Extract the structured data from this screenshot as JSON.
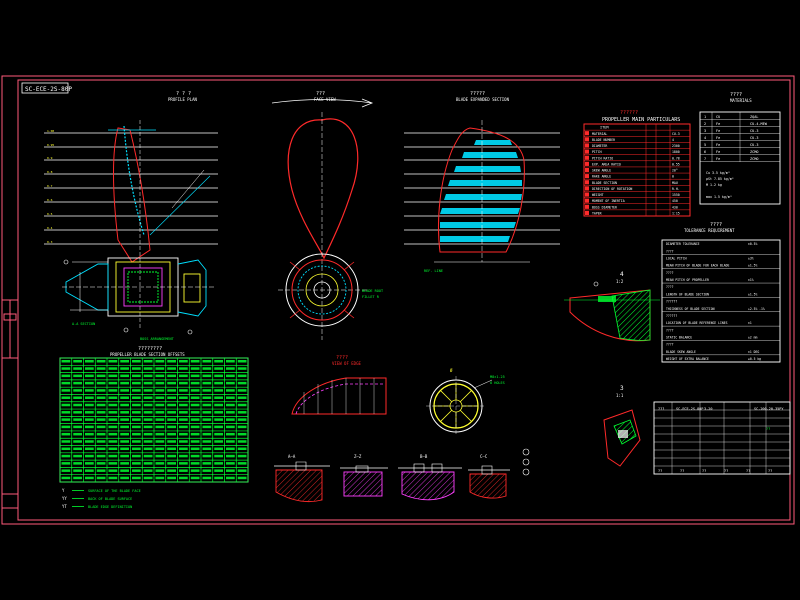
{
  "drawing": {
    "number": "SC-ECE-2S-80P",
    "colors": {
      "background": "#000000",
      "frame": "#ff5a7a",
      "line": "#ffffff",
      "blade": "#ff2a2a",
      "cyan": "#00e0ff",
      "green": "#00ff30",
      "yellow": "#ffff30",
      "magenta": "#ff40ff",
      "blue": "#3a3aff"
    }
  },
  "views": {
    "profile_plan": {
      "title_cn": "? ? ?",
      "title_en": "PROFILE PLAN"
    },
    "face_view": {
      "title_cn": "???",
      "title_en": "FACE VIEW"
    },
    "blade_section": {
      "title_cn": "?????",
      "title_en": "BLADE EXPANDED SECTION"
    },
    "edge_view": {
      "title_cn": "????",
      "title_en": "VIEW OF EDGE"
    },
    "detail_4": {
      "label": "4",
      "scale": "1:2"
    },
    "detail_3": {
      "label": "3",
      "scale": "1:1"
    },
    "sections": [
      "A—A",
      "Z—Z",
      "B—B",
      "C—C"
    ]
  },
  "particulars": {
    "title_cn": "??????",
    "title_en": "PROPELLER MAIN PARTICULARS",
    "header": [
      "ITEM",
      "UNIT",
      "",
      ""
    ],
    "rows": [
      [
        "MATERIAL",
        "",
        "",
        "CU-3"
      ],
      [
        "BLADE NUMBER",
        "",
        "",
        "4"
      ],
      [
        "DIAMETER",
        "",
        "",
        "2300"
      ],
      [
        "PITCH",
        "",
        "",
        "1800"
      ],
      [
        "PITCH RATIO",
        "",
        "",
        "0.78"
      ],
      [
        "EXP. AREA RATIO",
        "",
        "",
        "0.55"
      ],
      [
        "SKEW ANGLE",
        "",
        "",
        "20°"
      ],
      [
        "RAKE ANGLE",
        "",
        "",
        "0"
      ],
      [
        "BLADE SECTION",
        "",
        "",
        "MAU"
      ],
      [
        "DIRECTION OF ROTATION",
        "",
        "",
        "R.H."
      ],
      [
        "WEIGHT",
        "",
        "",
        "1550"
      ],
      [
        "MOMENT OF INERTIA",
        "",
        "",
        "450"
      ],
      [
        "BOSS DIAMETER",
        "",
        "",
        "430"
      ],
      [
        "TAPER",
        "",
        "",
        "1:15"
      ]
    ]
  },
  "materials": {
    "title_cn": "????",
    "title_en": "MATERIALS",
    "rows": [
      [
        "1",
        "CU",
        "ZQAL"
      ],
      [
        "2",
        "Fe",
        "CU-4-MEW"
      ],
      [
        "3",
        "Fe",
        "CU-3"
      ],
      [
        "4",
        "Fe",
        "CU-3"
      ],
      [
        "5",
        "Fe",
        "CU-3"
      ],
      [
        "6",
        "Fe",
        "ZCMO"
      ],
      [
        "7",
        "Fe",
        "ZCMO"
      ]
    ],
    "notes": [
      "Cu 3.5 kg/m³",
      "ρSt 7.85 kg/m³",
      "M 1.2 kg",
      "",
      "max 1.5 kg/m³"
    ]
  },
  "tolerance": {
    "title_cn": "????",
    "title_en": "TOLERANCE REQUIREMENT",
    "rows": [
      [
        "DIAMETER TOLERANCE",
        "±0.5%"
      ],
      [
        "????",
        ""
      ],
      [
        "LOCAL PITCH",
        "±3%"
      ],
      [
        "MEAN PITCH OF BLADE FOR EACH BLADE",
        "±1.5%"
      ],
      [
        "????",
        ""
      ],
      [
        "MEAN PITCH OF PROPELLER",
        "±1%"
      ],
      [
        "????",
        ""
      ],
      [
        "LENGTH OF BLADE SECTION",
        "±1.5%"
      ],
      [
        "??????",
        ""
      ],
      [
        "THICKNESS OF BLADE SECTION",
        "+2.5% -1%"
      ],
      [
        "??????",
        ""
      ],
      [
        "LOCATION OF BLADE REFERENCE LINES",
        "±1"
      ],
      [
        "????",
        ""
      ],
      [
        "STATIC BALANCE",
        "±2 mm"
      ],
      [
        "????",
        ""
      ],
      [
        "BLADE SKEW ANGLE",
        "±1 DEG"
      ],
      [
        "WEIGHT OF EXTRA BALANCE",
        "≤0.5 kg"
      ]
    ]
  },
  "offsets_table": {
    "title_cn": "????????",
    "title_en": "PROPELLER BLADE SECTION OFFSETS"
  },
  "legend": [
    {
      "symbol": "Y",
      "text": "SURFACE OF THE BLADE FACE"
    },
    {
      "symbol": "YY",
      "text": "BACK OF BLADE SURFACE"
    },
    {
      "symbol": "YT",
      "text": "BLADE EDGE DEFINITION"
    }
  ],
  "title_block": {
    "cells": [
      "???",
      "SC-ECE-2S-80P",
      "3-20",
      "SC-200-20-35PY",
      "??"
    ],
    "footer": [
      "??",
      "??",
      "??",
      "??",
      "??",
      "??"
    ]
  }
}
